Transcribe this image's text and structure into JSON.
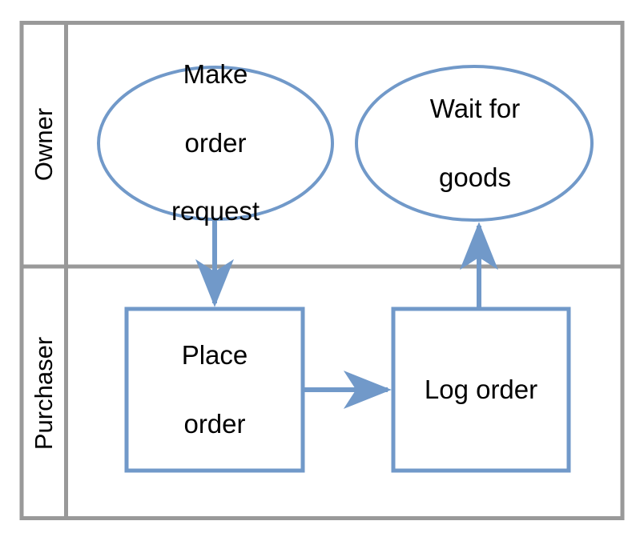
{
  "diagram": {
    "type": "swimlane-flowchart",
    "title": "",
    "colors": {
      "lane_border": "#999999",
      "shape_stroke": "#7199c9",
      "arrow": "#7199c9",
      "shape_fill": "#ffffff",
      "text": "#000000",
      "background": "#ffffff"
    },
    "lanes": [
      {
        "id": "owner",
        "label": "Owner"
      },
      {
        "id": "purchaser",
        "label": "Purchaser"
      }
    ],
    "nodes": [
      {
        "id": "make-order-request",
        "lane": "owner",
        "shape": "ellipse",
        "label": "Make\norder\nrequest",
        "lines": [
          "Make",
          "order",
          "request"
        ]
      },
      {
        "id": "wait-for-goods",
        "lane": "owner",
        "shape": "ellipse",
        "label": "Wait for\ngoods",
        "lines": [
          "Wait for",
          "goods"
        ]
      },
      {
        "id": "place-order",
        "lane": "purchaser",
        "shape": "rectangle",
        "label": "Place\norder",
        "lines": [
          "Place",
          "order"
        ]
      },
      {
        "id": "log-order",
        "lane": "purchaser",
        "shape": "rectangle",
        "label": "Log order",
        "lines": [
          "Log order"
        ]
      }
    ],
    "edges": [
      {
        "id": "edge-make-order-request-to-place-order",
        "from": "make-order-request",
        "to": "place-order",
        "direction": "down",
        "label": ""
      },
      {
        "id": "edge-place-order-to-log-order",
        "from": "place-order",
        "to": "log-order",
        "direction": "right",
        "label": ""
      },
      {
        "id": "edge-log-order-to-wait-for-goods",
        "from": "log-order",
        "to": "wait-for-goods",
        "direction": "up",
        "label": ""
      }
    ]
  }
}
